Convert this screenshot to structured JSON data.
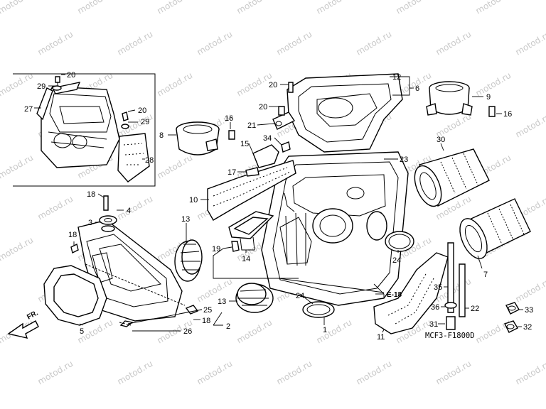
{
  "watermark": "motod.ru",
  "diagram_code": "MCF3-F1800D",
  "section_ref": "E-18",
  "direction_label": "FR.",
  "callouts": [
    {
      "id": "c20a",
      "text": "20"
    },
    {
      "id": "c29a",
      "text": "29"
    },
    {
      "id": "c27",
      "text": "27"
    },
    {
      "id": "c20b",
      "text": "20"
    },
    {
      "id": "c29b",
      "text": "29"
    },
    {
      "id": "c28",
      "text": "28"
    },
    {
      "id": "c18a",
      "text": "18"
    },
    {
      "id": "c4",
      "text": "4"
    },
    {
      "id": "c3",
      "text": "3"
    },
    {
      "id": "c18b",
      "text": "18"
    },
    {
      "id": "c5",
      "text": "5"
    },
    {
      "id": "c25",
      "text": "25"
    },
    {
      "id": "c18c",
      "text": "18"
    },
    {
      "id": "c2",
      "text": "2"
    },
    {
      "id": "c26",
      "text": "26"
    },
    {
      "id": "c8",
      "text": "8"
    },
    {
      "id": "c16a",
      "text": "16"
    },
    {
      "id": "c10",
      "text": "10"
    },
    {
      "id": "c13a",
      "text": "13"
    },
    {
      "id": "c13b",
      "text": "13"
    },
    {
      "id": "c19",
      "text": "19"
    },
    {
      "id": "c14",
      "text": "14"
    },
    {
      "id": "c20c",
      "text": "20"
    },
    {
      "id": "c20d",
      "text": "20"
    },
    {
      "id": "c21",
      "text": "21"
    },
    {
      "id": "c34",
      "text": "34"
    },
    {
      "id": "c15",
      "text": "15"
    },
    {
      "id": "c17",
      "text": "17"
    },
    {
      "id": "c12",
      "text": "12"
    },
    {
      "id": "c6",
      "text": "6"
    },
    {
      "id": "c23",
      "text": "23"
    },
    {
      "id": "c24a",
      "text": "24"
    },
    {
      "id": "c24b",
      "text": "24"
    },
    {
      "id": "c1",
      "text": "1"
    },
    {
      "id": "c9",
      "text": "9"
    },
    {
      "id": "c16b",
      "text": "16"
    },
    {
      "id": "c30",
      "text": "30"
    },
    {
      "id": "c7",
      "text": "7"
    },
    {
      "id": "c35",
      "text": "35"
    },
    {
      "id": "c36",
      "text": "36"
    },
    {
      "id": "c22",
      "text": "22"
    },
    {
      "id": "c31",
      "text": "31"
    },
    {
      "id": "c11",
      "text": "11"
    },
    {
      "id": "c33",
      "text": "33"
    },
    {
      "id": "c32",
      "text": "32"
    }
  ]
}
